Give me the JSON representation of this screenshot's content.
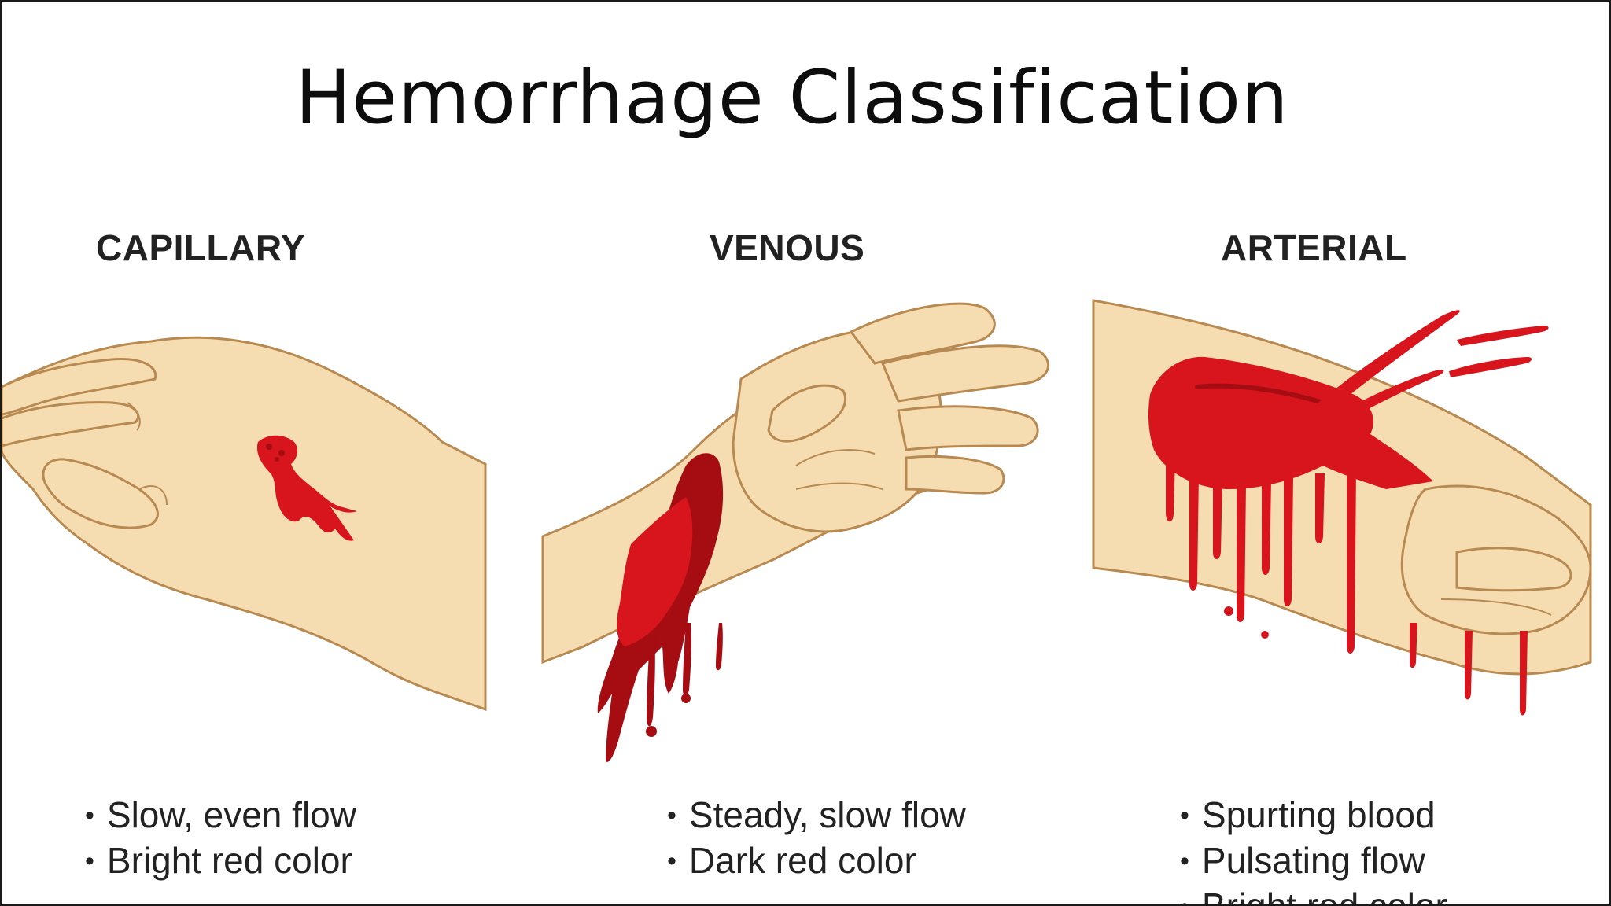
{
  "title": "Hemorrhage Classification",
  "sections": [
    {
      "heading": "CAPILLARY",
      "bullets": [
        "Slow, even flow",
        "Bright red color"
      ],
      "illustration_icon": "bleeding-hand-icon"
    },
    {
      "heading": "VENOUS",
      "bullets": [
        "Steady, slow flow",
        "Dark red color"
      ],
      "illustration_icon": "bleeding-wrist-icon"
    },
    {
      "heading": "ARTERIAL",
      "bullets": [
        "Spurting blood",
        "Pulsating flow",
        "Bright red color"
      ],
      "illustration_icon": "spurting-wrist-icon"
    }
  ],
  "colors": {
    "skin": "#f6ddb1",
    "skin_outline": "#b88a52",
    "blood_bright": "#d8141c",
    "blood_dark": "#a50d12"
  }
}
